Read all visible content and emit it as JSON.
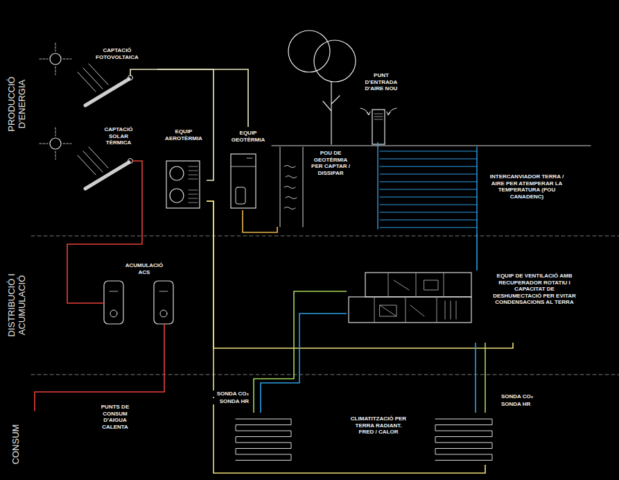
{
  "diagram": {
    "nodes": [
      {
        "text": [
          "CAPTACIÓ FOTOVOLTAICA"
        ]
      },
      {
        "text": [
          "CAPTACIÓ SOLAR TÈRMICA"
        ]
      },
      {
        "text": [
          "EQUIP AEROTÈRMIA"
        ]
      },
      {
        "text": [
          "EQUIP GEOTÈRMIA"
        ]
      },
      {
        "text": [
          "POU DE GEOTÈRMIA PER CAPTAR / DISSIPAR"
        ]
      },
      {
        "text": [
          "PUNT D'ENTRADA D'AIRE NOU"
        ]
      },
      {
        "text": [
          "INTERCANVIADOR TERRA / AIRE PER ATEMPERAR LA TEMPERATURA (POU CANADENC)"
        ]
      },
      {
        "text": [
          "ACUMULACIÓ ACS"
        ]
      },
      {
        "text": [
          "EQUIP DE VENTILACIÓ AMB RECUPERADOR ROTATIU I CAPACITAT DE DESHUMECTACIÓ PER EVITAR CONDENSACIONS AL TERRA"
        ]
      },
      {
        "text": [
          "PUNTS DE CONSUM D'AIGUA CALENTA"
        ]
      },
      {
        "text": [
          "CLIMATITZACIÓ PER TERRA RADIANT. FRED / CALOR"
        ]
      }
    ],
    "edges": [
      {
        "from": 0,
        "to": 2,
        "arrow": "none"
      },
      {
        "from": 0,
        "to": 3,
        "arrow": "none"
      },
      {
        "from": 1,
        "to": 7,
        "arrow": "none"
      },
      {
        "from": 7,
        "to": 9,
        "arrow": "none"
      },
      {
        "from": 2,
        "to": 10,
        "arrow": "none"
      },
      {
        "from": 2,
        "to": 8,
        "arrow": "none"
      },
      {
        "from": 3,
        "to": 4,
        "arrow": "none"
      },
      {
        "from": 5,
        "to": 6,
        "arrow": "none"
      },
      {
        "from": 6,
        "to": 8,
        "arrow": "none"
      },
      {
        "from": 8,
        "to": 10,
        "arrow": "none"
      },
      {
        "from": 8,
        "to": 10,
        "arrow": "none"
      },
      {
        "from": 8,
        "to": 10,
        "arrow": "none"
      },
      {
        "from": 8,
        "to": 10,
        "arrow": "none"
      }
    ],
    "labels": [
      "PRODUCCIÓ D'ENERGIA",
      "DISTRIBUCIÓ I ACUMULACIÓ",
      "CONSUM",
      "SONDA CO₂",
      "SONDA HR",
      "SONDA CO₂",
      "SONDA HR"
    ]
  }
}
